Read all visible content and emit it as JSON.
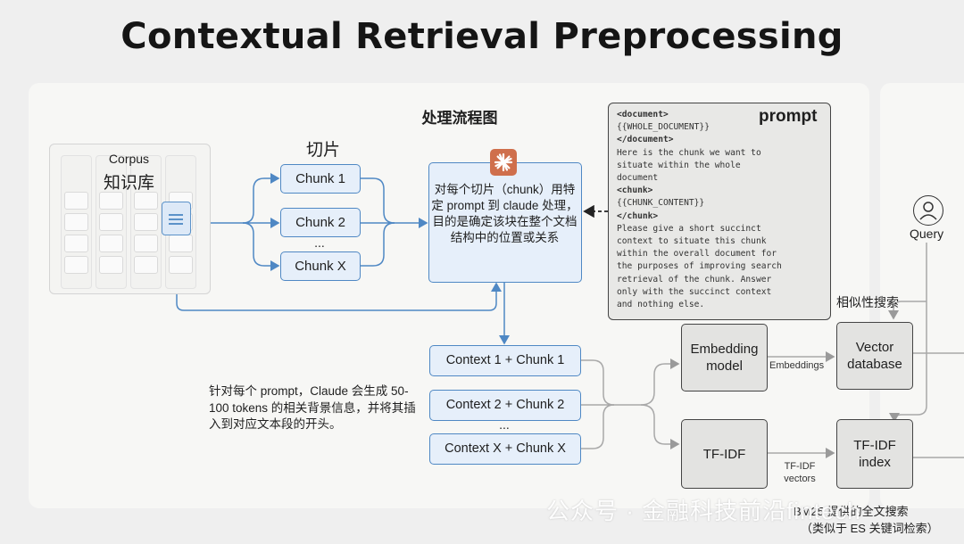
{
  "title": "Contextual Retrieval Preprocessing",
  "flow_title": "处理流程图",
  "corpus": {
    "label": "Corpus",
    "label_cn": "知识库"
  },
  "chunking": {
    "label": "切片",
    "chunks": [
      "Chunk 1",
      "Chunk 2",
      "Chunk X"
    ],
    "ellipsis": "..."
  },
  "claude_step": {
    "text": "对每个切片（chunk）用特定 prompt 到 claude 处理，目的是确定该块在整个文档结构中的位置或关系"
  },
  "prompt": {
    "title": "prompt",
    "lines": [
      {
        "text": "<document>",
        "bold": true
      },
      {
        "text": "{{WHOLE_DOCUMENT}}",
        "bold": false
      },
      {
        "text": "</document>",
        "bold": true
      },
      {
        "text": "Here is the chunk we want to",
        "bold": false
      },
      {
        "text": "situate within the whole",
        "bold": false
      },
      {
        "text": "document",
        "bold": false
      },
      {
        "text": "<chunk>",
        "bold": true
      },
      {
        "text": "{{CHUNK_CONTENT}}",
        "bold": false
      },
      {
        "text": "</chunk>",
        "bold": true
      },
      {
        "text": "Please give a short succinct",
        "bold": false
      },
      {
        "text": "context to situate this chunk",
        "bold": false
      },
      {
        "text": "within the overall document for",
        "bold": false
      },
      {
        "text": "the purposes of improving search",
        "bold": false
      },
      {
        "text": "retrieval of the chunk. Answer",
        "bold": false
      },
      {
        "text": "only with the succinct context",
        "bold": false
      },
      {
        "text": "and nothing else.",
        "bold": false
      }
    ]
  },
  "contexts": {
    "items": [
      "Context 1 + Chunk 1",
      "Context 2 + Chunk 2",
      "Context X + Chunk X"
    ],
    "ellipsis": "..."
  },
  "note": "针对每个 prompt，Claude 会生成 50-100 tokens 的相关背景信息，并将其插入到对应文本段的开头。",
  "embedding_model": "Embedding model",
  "embeddings_label": "Embeddings",
  "vector_database": "Vector database",
  "similarity_label": "相似性搜索",
  "tfidf": "TF-IDF",
  "tfidf_vectors": "TF-IDF vectors",
  "tfidf_index": "TF-IDF index",
  "query": "Query",
  "bm25": "BM25 提供的全文搜索",
  "bm25_sub": "（类似于 ES 关键词检索）",
  "watermark": "公众号 · 金融科技前沿fintech",
  "colors": {
    "accent": "#4f88c4",
    "box_fill": "#e6effa",
    "claude": "#cf6f4c"
  }
}
